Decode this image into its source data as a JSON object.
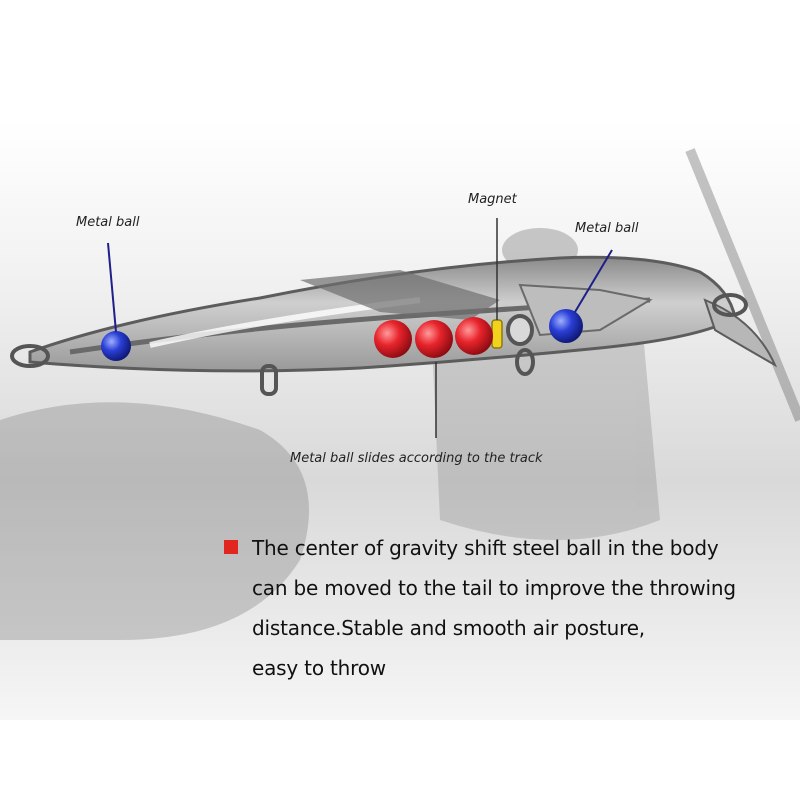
{
  "labels": {
    "metal_ball_left": "Metal ball",
    "magnet": "Magnet",
    "metal_ball_right": "Metal ball",
    "track": "Metal ball slides according to the track"
  },
  "description": {
    "lines": [
      "The center of gravity shift steel ball in the body",
      "can be moved to the tail to improve the throwing",
      "distance.Stable and smooth air posture,",
      "easy to throw"
    ]
  },
  "colors": {
    "bullet": "#e0261e",
    "metal_ball": "#2a3fd6",
    "slide_ball": "#e8242c",
    "magnet": "#f2d21c"
  }
}
